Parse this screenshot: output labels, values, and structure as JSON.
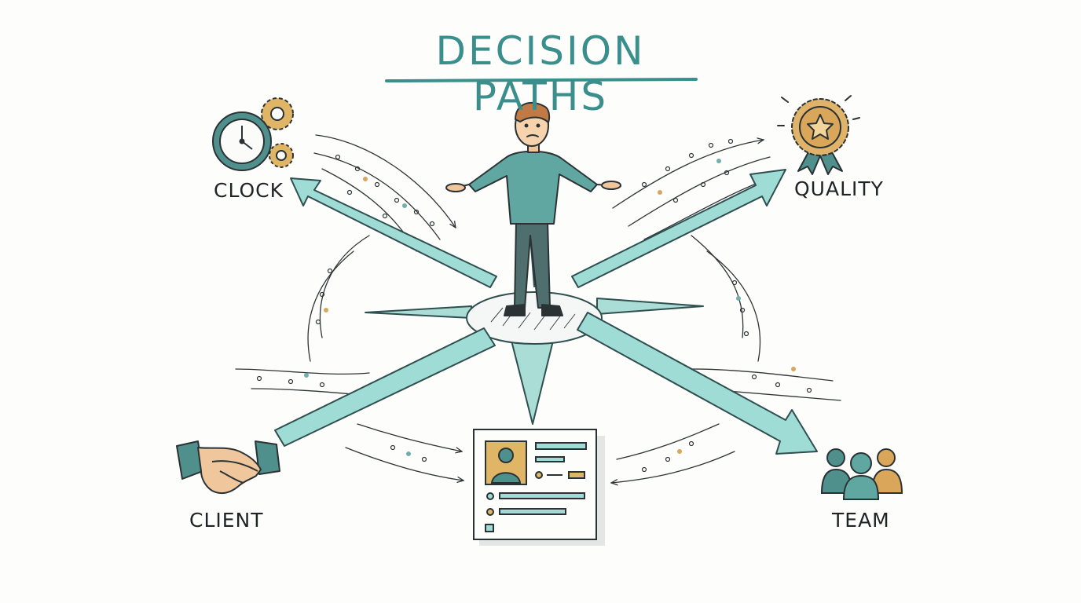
{
  "title": "DECISION PATHS",
  "nodes": {
    "clock": {
      "label": "CLOCK",
      "icon": "clock-gears-icon"
    },
    "quality": {
      "label": "QUALITY",
      "icon": "award-ribbon-icon"
    },
    "client": {
      "label": "CLIENT",
      "icon": "handshake-icon"
    },
    "team": {
      "label": "TEAM",
      "icon": "team-people-icon"
    }
  },
  "center": {
    "icon": "person-shrugging-icon",
    "platform": "compass-rose-icon"
  },
  "bottom": {
    "icon": "profile-card-icon"
  },
  "colors": {
    "teal": "#3a8f8c",
    "arrow_fill": "#9fdcd6",
    "arrow_stroke": "#2f4f4f",
    "gold": "#d9a65a",
    "ink": "#1e2426"
  }
}
